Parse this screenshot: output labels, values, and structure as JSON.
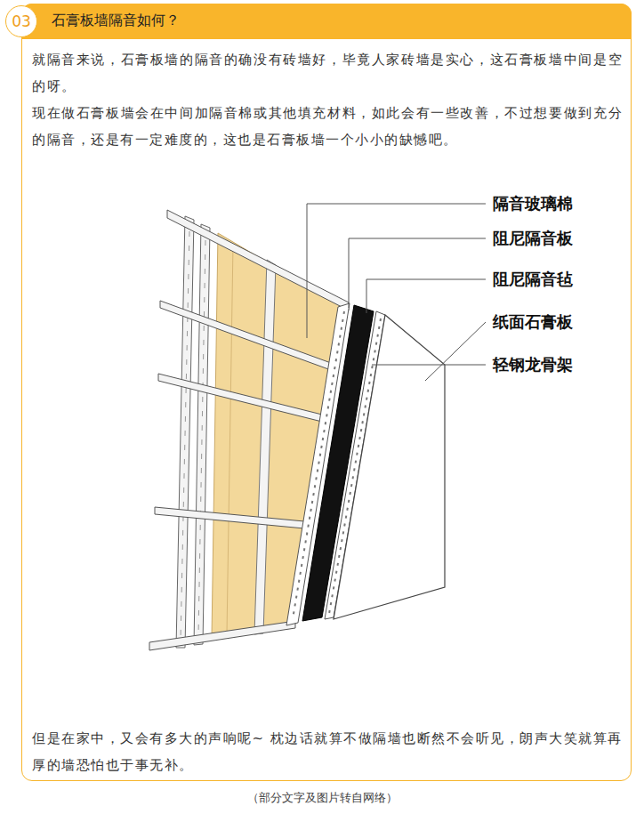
{
  "diagram": {
    "title": "石膏板墙隔音如何？",
    "caption": "（部分文字及图片转自网络）",
    "nodes": [
      {
        "text": [
          "03"
        ]
      }
    ],
    "labels": [
      "就隔音来说，石膏板墙的隔音的确没有砖墙好，毕竟人家砖墙是实心，这石膏板墙中间是空的呀。",
      "现在做石膏板墙会在中间加隔音棉或其他填充材料，如此会有一些改善，不过想要做到充分的隔音，还是有一定难度的，这也是石膏板墙一个小小的缺憾吧。",
      "隔音玻璃棉",
      "阻尼隔音板",
      "阻尼隔音毡",
      "纸面石膏板",
      "轻钢龙骨架",
      "但是在家中，又会有多大的声响呢~ 枕边话就算不做隔墙也断然不会听见，朗声大笑就算再厚的墙恐怕也于事无补。"
    ]
  }
}
